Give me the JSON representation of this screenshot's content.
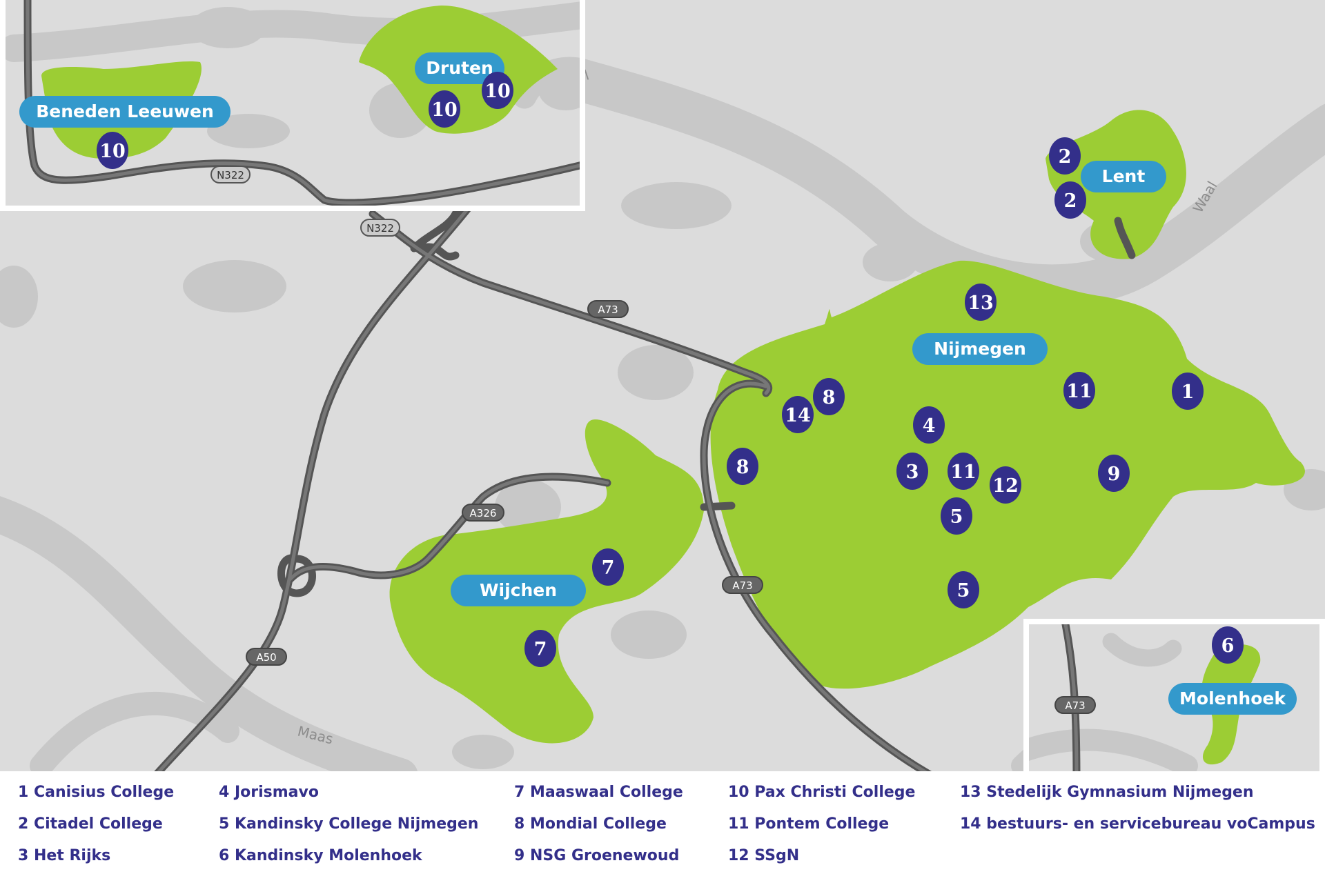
{
  "places": {
    "beneden_leeuwen": "Beneden Leeuwen",
    "druten": "Druten",
    "lent": "Lent",
    "nijmegen": "Nijmegen",
    "wijchen": "Wijchen",
    "molenhoek": "Molenhoek"
  },
  "roads": {
    "n322_inset": "N322",
    "n322_main": "N322",
    "a73_top": "A73",
    "a326": "A326",
    "a73_mid": "A73",
    "a50": "A50",
    "a73_inset": "A73"
  },
  "water": {
    "waal": "Waal",
    "waal_partial": "al",
    "maas": "Maas"
  },
  "markers": {
    "m10_beneden": "10",
    "m10_druten_a": "10",
    "m10_druten_b": "10",
    "m2_lent_a": "2",
    "m2_lent_b": "2",
    "m13": "13",
    "m8_a": "8",
    "m14": "14",
    "m4": "4",
    "m11_a": "11",
    "m1": "1",
    "m8_b": "8",
    "m3": "3",
    "m11_b": "11",
    "m12": "12",
    "m9": "9",
    "m5_a": "5",
    "m5_b": "5",
    "m7_a": "7",
    "m7_b": "7",
    "m6": "6"
  },
  "legend": [
    [
      "1 Canisius College",
      "2 Citadel College",
      "3 Het Rijks"
    ],
    [
      "4 Jorismavo",
      "5 Kandinsky College Nijmegen",
      "6 Kandinsky Molenhoek"
    ],
    [
      "7 Maaswaal College",
      "8 Mondial College",
      "9 NSG Groenewoud"
    ],
    [
      "10 Pax Christi College",
      "11 Pontem College",
      "12 SSgN"
    ],
    [
      "13 Stedelijk Gymnasium Nijmegen",
      "14 bestuurs- en servicebureau voCampus"
    ]
  ],
  "colors": {
    "background": "#dcdcdc",
    "water": "#c8c8c8",
    "town_area": "#9ccd34",
    "town_label": "#3399cc",
    "marker": "#332f8a",
    "road": "#555555",
    "legend_text": "#332f8a"
  }
}
